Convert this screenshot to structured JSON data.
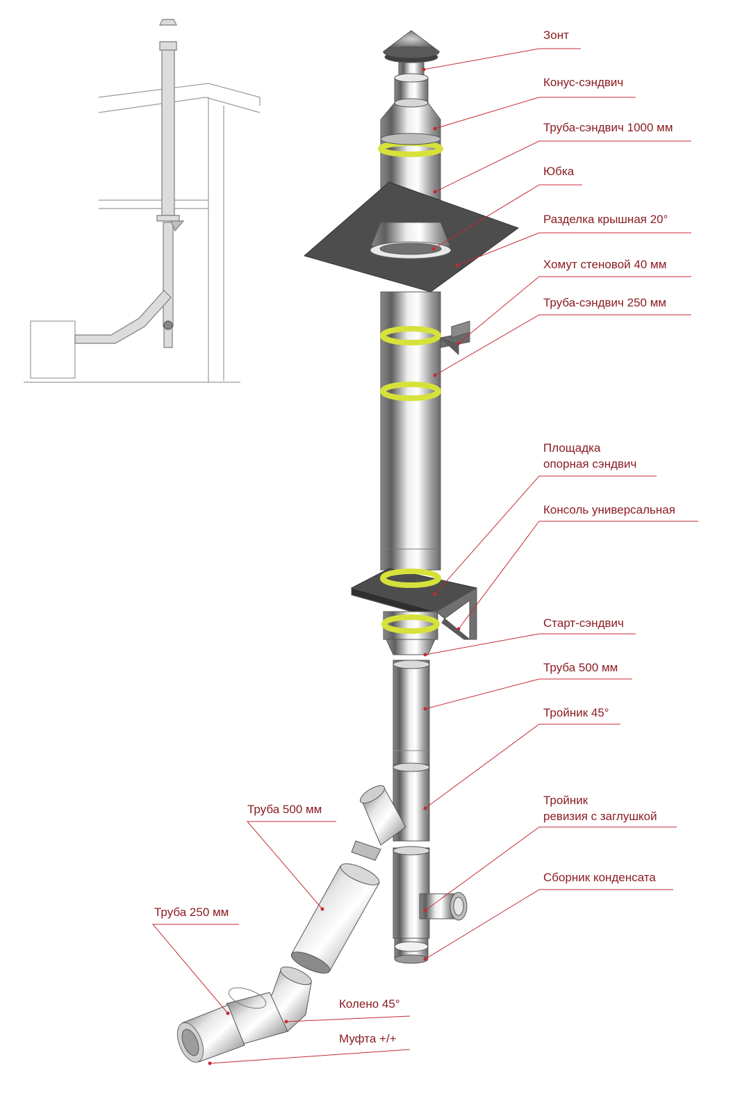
{
  "colors": {
    "label_text": "#8a1a1f",
    "leader_line": "#c42a33",
    "steel_light": "#f2f2f2",
    "steel_dark": "#6f6f6f",
    "plate": "#4d4d4d",
    "yellow_band": "#d6e23a",
    "sketch_line": "#9a9a9a"
  },
  "labels": {
    "umbrella": "Зонт",
    "cone": "Конус-сэндвич",
    "pipe_1000": "Труба-сэндвич 1000 мм",
    "skirt": "Юбка",
    "roof_passage": "Разделка крышная 20°",
    "wall_clamp": "Хомут стеновой 40 мм",
    "pipe_250_sandwich": "Труба-сэндвич 250 мм",
    "platform_line1": "Площадка",
    "platform_line2": "опорная сэндвич",
    "console": "Консоль универсальная",
    "start": "Старт-сэндвич",
    "pipe_500_right": "Труба 500 мм",
    "tee_45": "Тройник 45°",
    "tee_rev_line1": "Тройник",
    "tee_rev_line2": "ревизия с заглушкой",
    "condensate": "Сборник конденсата",
    "pipe_500_left": "Труба 500 мм",
    "pipe_250_left": "Труба 250 мм",
    "elbow_45": "Колено 45°",
    "coupling": "Муфта +/+"
  }
}
